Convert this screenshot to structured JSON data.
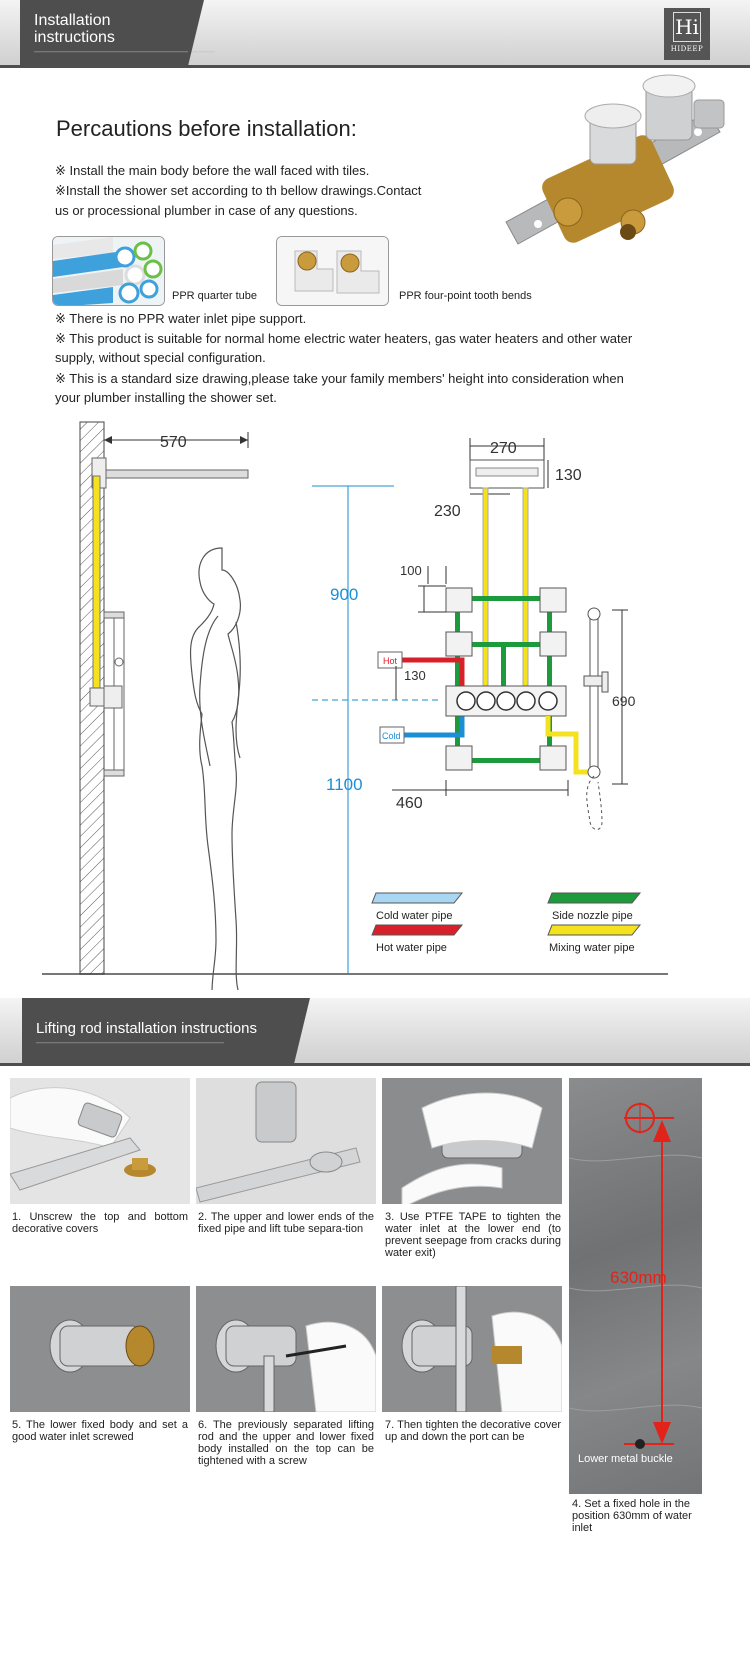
{
  "header": {
    "title_line1": "Installation",
    "title_line2": "instructions",
    "brand": "HIDEEP",
    "logo_mark": "Hi"
  },
  "precautions": {
    "heading": "Percautions before installation:",
    "line1": "※ Install the main body before the wall faced with tiles.",
    "line2a": "※Install the shower set according to th bellow drawings.Contact",
    "line2b": "us or processional plumber in case of any questions.",
    "tube_caption": "PPR quarter tube",
    "bend_caption": "PPR four-point tooth bends",
    "line3": "※ There is no PPR water inlet pipe support.",
    "line4a": "※ This product is suitable for normal home electric water heaters, gas water heaters and other water",
    "line4b": "supply, without special configuration.",
    "line5a": "※ This is a standard size drawing,please take your family members' height into consideration when",
    "line5b": "your plumber installing the shower set."
  },
  "diagram": {
    "dim_570": "570",
    "dim_270": "270",
    "dim_130_top": "130",
    "dim_230": "230",
    "dim_100": "100",
    "dim_900": "900",
    "dim_130_mid": "130",
    "dim_690": "690",
    "dim_1100": "1100",
    "dim_460": "460",
    "hot_label": "Hot",
    "cold_label": "Cold",
    "legend": {
      "cold": "Cold water pipe",
      "side": "Side nozzle pipe",
      "hot": "Hot water pipe",
      "mixing": "Mixing water pipe"
    },
    "colors": {
      "cold": "#a9d6f2",
      "hot": "#d8202a",
      "side": "#1d9a3c",
      "mixing": "#f3e21d",
      "dimension_blue": "#1a8fd6"
    }
  },
  "lifting": {
    "title": "Lifting rod installation instructions",
    "steps": [
      "1. Unscrew the top and bottom decorative covers",
      "2. The upper and lower ends of the fixed pipe and lift tube separa-tion",
      "3. Use PTFE TAPE to tighten the water inlet at the lower end (to prevent seepage from cracks during water exit)",
      "5. The lower fixed body and set a good water inlet screwed",
      "6. The previously separated lifting rod and the upper and lower fixed body installed on the top can be tightened with a screw",
      "7. Then tighten the decorative cover up and down the port can be"
    ],
    "wall_dimension": "630mm",
    "wall_caption": "Lower metal buckle",
    "step4": "4. Set a fixed hole in the position   630mm   of water inlet"
  }
}
